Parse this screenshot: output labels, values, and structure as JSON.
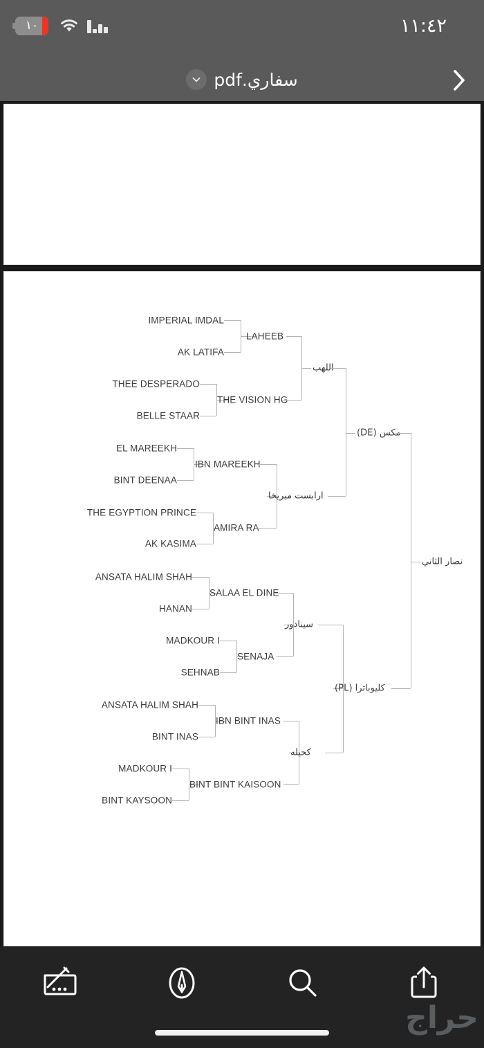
{
  "status_bar": {
    "battery_level": "١٠",
    "battery_low_color": "#f03424",
    "wifi_icon": "wifi-icon",
    "signal_icon": "cellular-signal-icon",
    "time": "١١:٤٢"
  },
  "doc_header": {
    "title": "سفاري.pdf",
    "chevron_down_icon": "chevron-down-icon",
    "next_icon": "chevron-right-icon",
    "background": "#5a5a5a"
  },
  "document": {
    "pages": [
      {
        "label": "page-1",
        "content": ""
      },
      {
        "label": "page-2",
        "content": "pedigree-chart"
      }
    ]
  },
  "chart_data": {
    "type": "diagram",
    "subtype": "pedigree-tree",
    "title": "نصار الثاني",
    "orientation": "left-to-right-ancestors",
    "line_color": "#b4b4b4",
    "text_color": "#3b3b3b",
    "generations": 5,
    "root": "نصار الثاني",
    "nodes": {
      "gen1": [
        "IMPERIAL IMDAL",
        "AK LATIFA",
        "THEE DESPERADO",
        "BELLE STAAR",
        "EL MAREEKH",
        "BINT DEENAA",
        "THE EGYPTION PRINCE",
        "AK KASIMA",
        "ANSATA HALIM SHAH",
        "HANAN",
        "MADKOUR I",
        "SEHNAB",
        "ANSATA HALIM SHAH",
        "BINT INAS",
        "MADKOUR I",
        "BINT KAYSOON"
      ],
      "gen2": [
        "LAHEEB",
        "THE VISION HG",
        "IBN MAREEKH",
        "AMIRA RA",
        "SALAA EL DINE",
        "SENAJA",
        "IBN BINT INAS",
        "BINT BINT KAISOON"
      ],
      "gen3": [
        "اللهب",
        "ارابست ميريخا",
        "سينادور",
        "كحيله"
      ],
      "gen4": [
        "مكس (DE)",
        "كليوباترا (PL)"
      ],
      "gen5": [
        "نصار الثاني"
      ]
    },
    "edges": [
      {
        "parents": [
          "IMPERIAL IMDAL",
          "AK LATIFA"
        ],
        "child": "LAHEEB"
      },
      {
        "parents": [
          "THEE DESPERADO",
          "BELLE STAAR"
        ],
        "child": "THE VISION HG"
      },
      {
        "parents": [
          "LAHEEB",
          "THE VISION HG"
        ],
        "child": "اللهب"
      },
      {
        "parents": [
          "EL MAREEKH",
          "BINT DEENAA"
        ],
        "child": "IBN MAREEKH"
      },
      {
        "parents": [
          "THE EGYPTION PRINCE",
          "AK KASIMA"
        ],
        "child": "AMIRA RA"
      },
      {
        "parents": [
          "IBN MAREEKH",
          "AMIRA RA"
        ],
        "child": "ارابست ميريخا"
      },
      {
        "parents": [
          "اللهب",
          "ارابست ميريخا"
        ],
        "child": "مكس (DE)"
      },
      {
        "parents": [
          "ANSATA HALIM SHAH",
          "HANAN"
        ],
        "child": "SALAA EL DINE"
      },
      {
        "parents": [
          "MADKOUR I",
          "SEHNAB"
        ],
        "child": "SENAJA"
      },
      {
        "parents": [
          "SALAA EL DINE",
          "SENAJA"
        ],
        "child": "سينادور"
      },
      {
        "parents": [
          "ANSATA HALIM SHAH",
          "BINT INAS"
        ],
        "child": "IBN BINT INAS"
      },
      {
        "parents": [
          "MADKOUR I",
          "BINT KAYSOON"
        ],
        "child": "BINT BINT KAISOON"
      },
      {
        "parents": [
          "IBN BINT INAS",
          "BINT BINT KAISOON"
        ],
        "child": "كحيله"
      },
      {
        "parents": [
          "سينادور",
          "كحيله"
        ],
        "child": "كليوباترا (PL)"
      },
      {
        "parents": [
          "مكس (DE)",
          "كليوباترا (PL)"
        ],
        "child": "نصار الثاني"
      }
    ],
    "labels": {
      "n1": "IMPERIAL IMDAL",
      "n2": "AK LATIFA",
      "n3": "THEE DESPERADO",
      "n4": "BELLE STAAR",
      "n5": "EL MAREEKH",
      "n6": "BINT DEENAA",
      "n7": "THE EGYPTION PRINCE",
      "n8": "AK KASIMA",
      "n9": "ANSATA HALIM SHAH",
      "n10": "HANAN",
      "n11": "MADKOUR I",
      "n12": "SEHNAB",
      "n13": "ANSATA HALIM SHAH",
      "n14": "BINT INAS",
      "n15": "MADKOUR I",
      "n16": "BINT KAYSOON",
      "g1": "LAHEEB",
      "g2": "THE VISION HG",
      "g3": "IBN MAREEKH",
      "g4": "AMIRA RA",
      "g5": "SALAA EL DINE",
      "g6": "SENAJA",
      "g7": "IBN BINT INAS",
      "g8": "BINT BINT KAISOON",
      "h1": "اللهب",
      "h2": "ارابست ميريخا",
      "h3": "سينادور",
      "h4": "كحيله",
      "i1": "مكس (DE)",
      "i2": "كليوباترا (PL)",
      "root": "نصار الثاني"
    }
  },
  "toolbar": {
    "background": "#232323",
    "buttons": [
      {
        "name": "markup-button",
        "icon": "markup-pen-icon"
      },
      {
        "name": "annotate-button",
        "icon": "pen-nib-circle-icon"
      },
      {
        "name": "search-button",
        "icon": "search-icon"
      },
      {
        "name": "share-button",
        "icon": "share-icon"
      }
    ],
    "watermark": "حراج"
  }
}
